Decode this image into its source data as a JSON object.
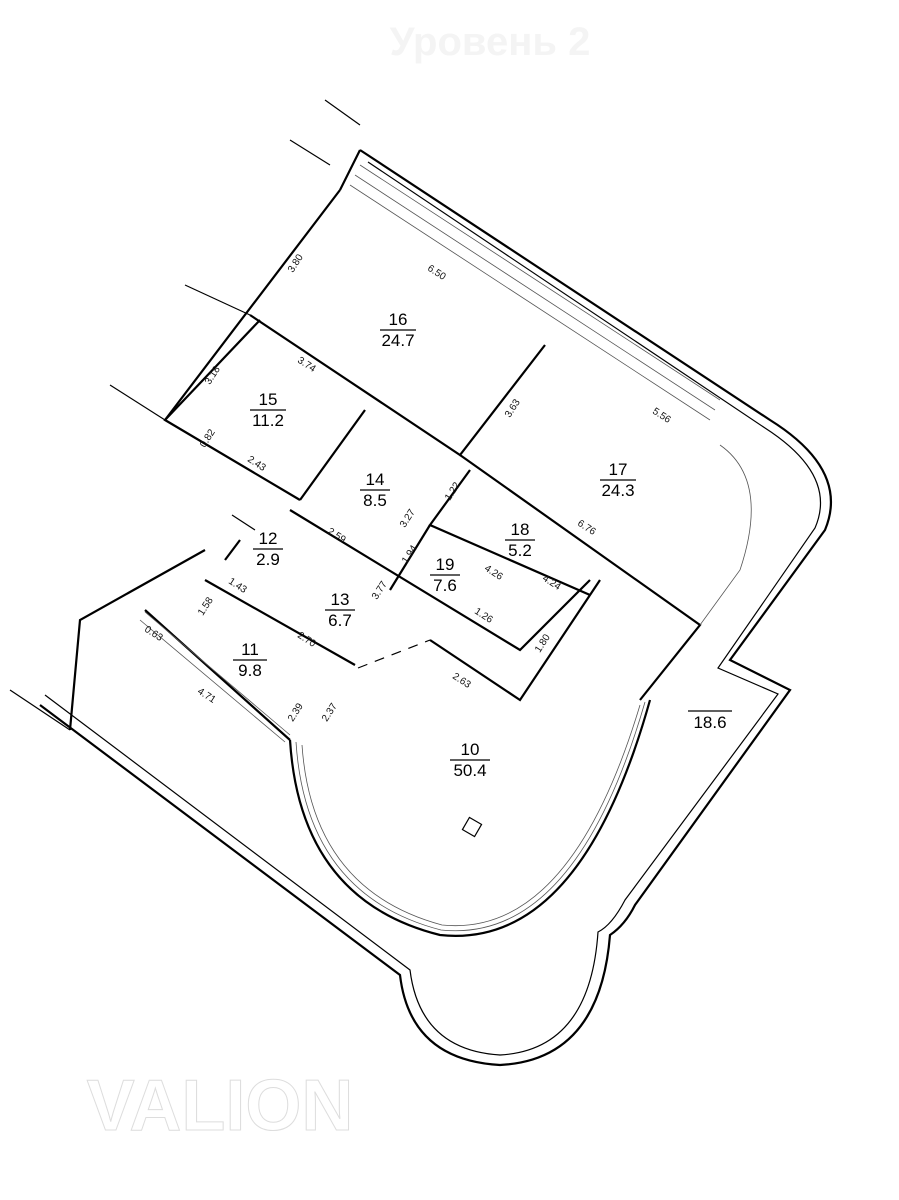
{
  "title": "Уровень 2",
  "watermark": "VALION",
  "rooms": [
    {
      "no": "16",
      "area": "24.7"
    },
    {
      "no": "15",
      "area": "11.2"
    },
    {
      "no": "14",
      "area": "8.5"
    },
    {
      "no": "17",
      "area": "24.3"
    },
    {
      "no": "18",
      "area": "5.2"
    },
    {
      "no": "19",
      "area": "7.6"
    },
    {
      "no": "12",
      "area": "2.9"
    },
    {
      "no": "13",
      "area": "6.7"
    },
    {
      "no": "11",
      "area": "9.8"
    },
    {
      "no": "10",
      "area": "50.4"
    }
  ],
  "terrace_area": "18.6",
  "dimensions": [
    "3.80",
    "6.50",
    "3.18",
    "3.74",
    "3.63",
    "5.56",
    "0.82",
    "2.43",
    "1.22",
    "3.27",
    "6.76",
    "2.59",
    "1.94",
    "4.26",
    "4.24",
    "1.43",
    "3.77",
    "1.58",
    "0.63",
    "2.70",
    "1.26",
    "1.80",
    "2.63",
    "4.71",
    "2.39",
    "2.37"
  ]
}
